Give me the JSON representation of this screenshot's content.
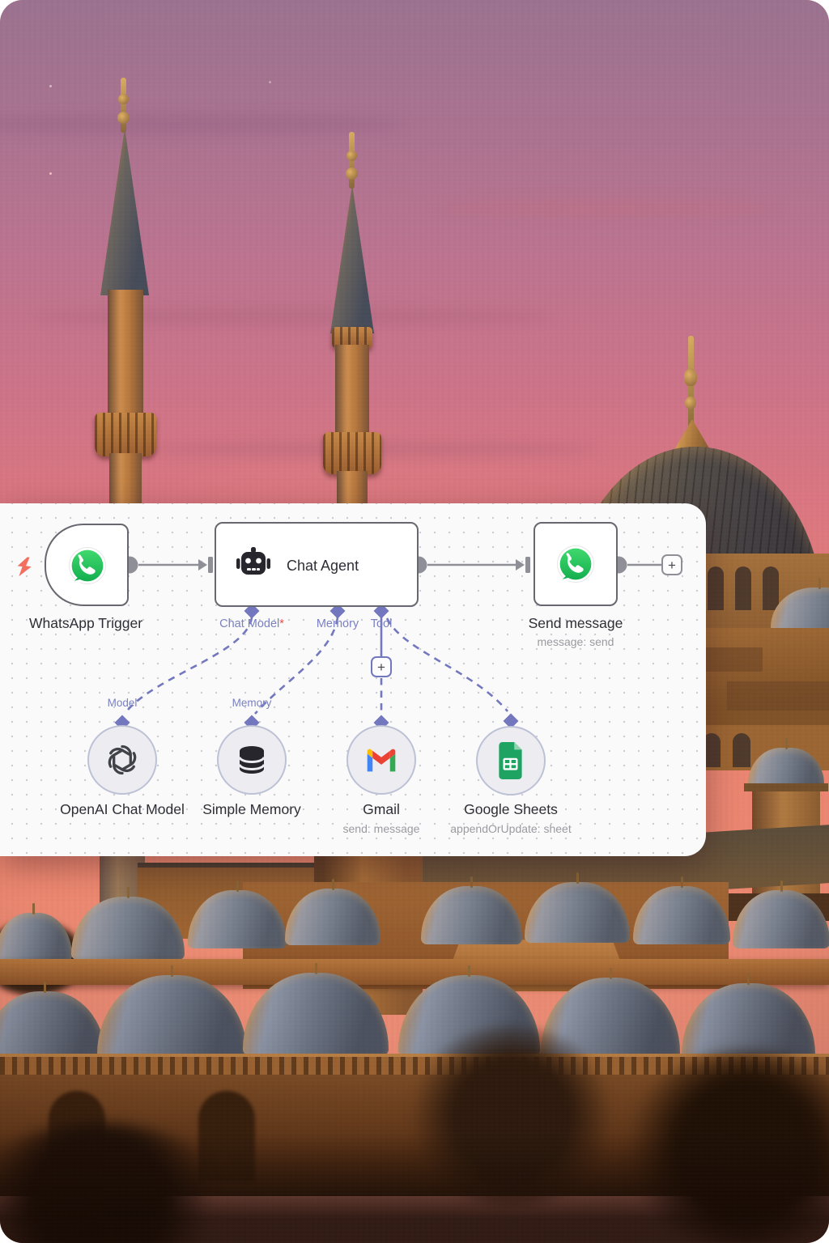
{
  "workflow": {
    "trigger": {
      "label": "WhatsApp Trigger",
      "icon": "whatsapp-icon"
    },
    "agent": {
      "title": "Chat Agent",
      "icon": "robot-icon",
      "ports": [
        {
          "label": "Chat Model",
          "required": "*"
        },
        {
          "label": "Memory",
          "required": ""
        },
        {
          "label": "Tool",
          "required": ""
        }
      ]
    },
    "send": {
      "label": "Send message",
      "sublabel": "message: send",
      "icon": "whatsapp-icon"
    },
    "tool_add_label": "+",
    "next_add_label": "+",
    "subnodes": [
      {
        "port_label": "Model",
        "label": "OpenAI Chat Model",
        "sublabel": "",
        "icon": "openai-icon"
      },
      {
        "port_label": "Memory",
        "label": "Simple Memory",
        "sublabel": "",
        "icon": "database-icon"
      },
      {
        "port_label": "",
        "label": "Gmail",
        "sublabel": "send: message",
        "icon": "gmail-icon"
      },
      {
        "port_label": "",
        "label": "Google Sheets",
        "sublabel": "appendOrUpdate: sheet",
        "icon": "google-sheets-icon"
      }
    ],
    "colors": {
      "connector_purple": "#7277be",
      "connector_gray": "#8f8f98",
      "required_red": "#e0524a",
      "whatsapp_green": "#2bc760",
      "panel_bg": "#fafafa",
      "trigger_bolt": "#f3705f"
    }
  }
}
